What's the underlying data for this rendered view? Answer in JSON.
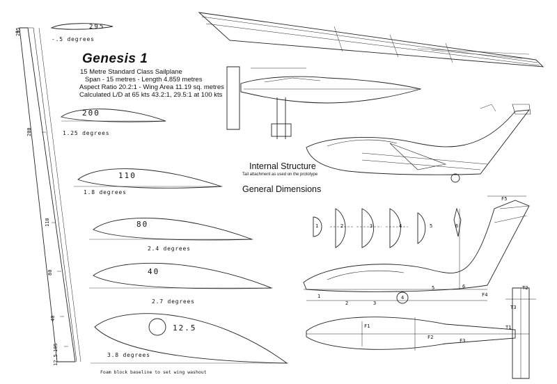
{
  "title": "Genesis 1",
  "subtitle": "15 Metre Standard Class Sailplane",
  "specs": [
    "Span - 15 metres - Length 4.859 metres",
    "Aspect Ratio 20.2:1 - Wing Area 11.19 sq. metres",
    "Calculated L/D at 65 kts 43.2:1, 29.5:1 at 100 kts"
  ],
  "sections": {
    "internal": "Internal Structure",
    "internal_note": "Tail attachment as used on the prototype",
    "general": "General Dimensions"
  },
  "profiles": [
    {
      "number": "295",
      "angle": "-.5 degrees"
    },
    {
      "number": "200",
      "angle": "1.25 degrees"
    },
    {
      "number": "110",
      "angle": "1.8 degrees"
    },
    {
      "number": "80",
      "angle": "2.4 degrees"
    },
    {
      "number": "40",
      "angle": "2.7 degrees"
    },
    {
      "number": "12.5",
      "angle": "3.8 degrees"
    }
  ],
  "footnote": "Foam block baseline to set wing washout",
  "wing_stations": [
    "295",
    "200",
    "110",
    "80",
    "40",
    "12.5"
  ],
  "wing_extra": "105",
  "section_labels": [
    "1",
    "2",
    "3",
    "4",
    "5",
    "6"
  ],
  "fuselage_points": [
    "1",
    "2",
    "3",
    "4",
    "5",
    "6"
  ],
  "tail_labels": [
    "F5",
    "T2",
    "T3",
    "T1",
    "F1",
    "F2",
    "F3",
    "F4"
  ]
}
